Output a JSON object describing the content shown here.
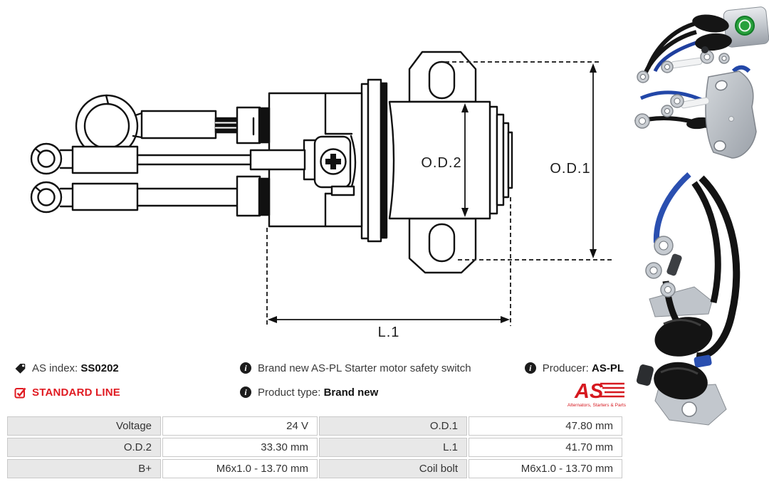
{
  "diagram": {
    "od1_label": "O.D.1",
    "od2_label": "O.D.2",
    "l1_label": "L.1"
  },
  "info": {
    "as_index_label": "AS index:",
    "as_index_value": "SS0202",
    "standard_line": "STANDARD LINE",
    "description": "Brand new AS-PL Starter motor safety switch",
    "product_type_label": "Product type:",
    "product_type_value": "Brand new",
    "producer_label": "Producer:",
    "producer_value": "AS-PL",
    "logo_text": "AS",
    "logo_subtext": "Alternators, Starters & Parts",
    "brand_red": "#d6181f"
  },
  "specs": {
    "rows": [
      [
        "Voltage",
        "24 V",
        "O.D.1",
        "47.80 mm"
      ],
      [
        "O.D.2",
        "33.30 mm",
        "L.1",
        "41.70 mm"
      ],
      [
        "B+",
        "M6x1.0 - 13.70 mm",
        "Coil bolt",
        "M6x1.0 - 13.70 mm"
      ]
    ]
  }
}
